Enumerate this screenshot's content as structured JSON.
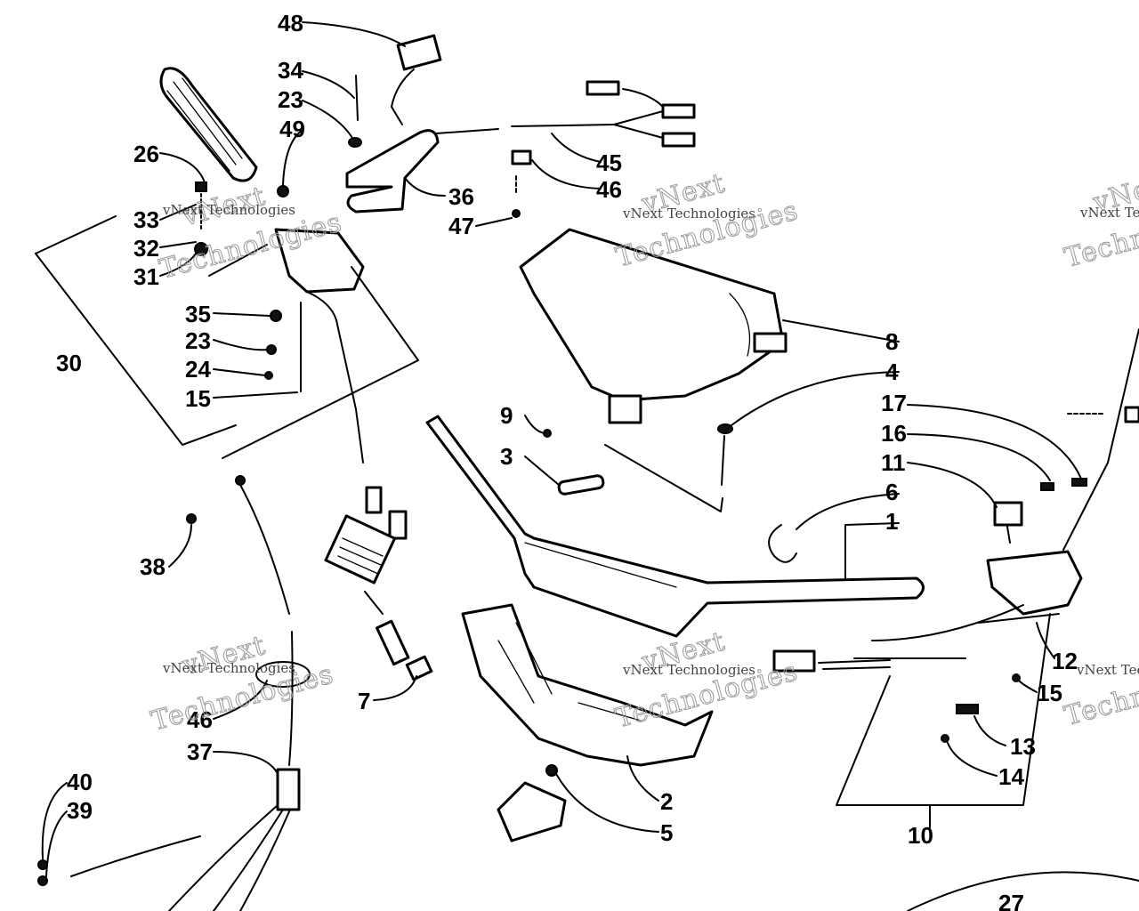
{
  "watermark": {
    "big_line_1": "vNext",
    "big_line_2": "Technologies",
    "small": "vNext Technologies"
  },
  "callouts": {
    "c1": "1",
    "c2": "2",
    "c3": "3",
    "c4": "4",
    "c5": "5",
    "c6": "6",
    "c7": "7",
    "c8": "8",
    "c9": "9",
    "c10": "10",
    "c11": "11",
    "c12": "12",
    "c13": "13",
    "c14": "14",
    "c15a": "15",
    "c15b": "15",
    "c16": "16",
    "c17": "17",
    "c23a": "23",
    "c23b": "23",
    "c24": "24",
    "c26": "26",
    "c27": "27",
    "c30": "30",
    "c31": "31",
    "c32": "32",
    "c33": "33",
    "c34": "34",
    "c35": "35",
    "c36": "36",
    "c37": "37",
    "c38": "38",
    "c39": "39",
    "c40": "40",
    "c45": "45",
    "c46a": "46",
    "c46b": "46",
    "c47": "47",
    "c48": "48",
    "c49": "49"
  }
}
